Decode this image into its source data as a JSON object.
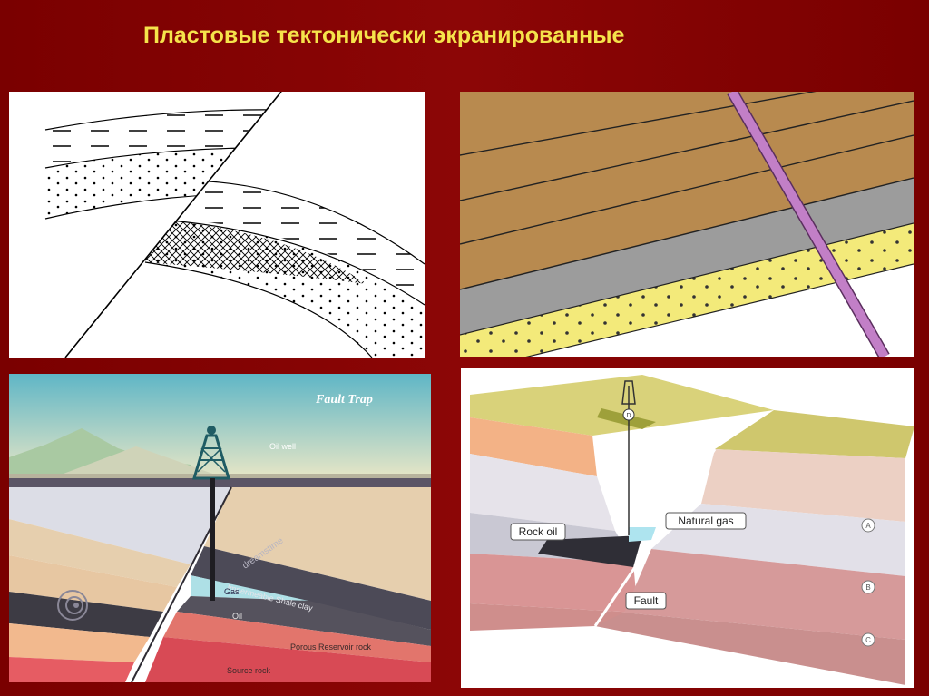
{
  "slide": {
    "title": "Пластовые тектонически экранированные"
  },
  "panel_fault_trap": {
    "title": "Fault Trap",
    "oil_well": "Oil well",
    "impermeable": "Impermeable Shale clay",
    "gas": "Gas",
    "oil": "Oil",
    "reservoir": "Porous Reservoir rock",
    "source": "Source rock",
    "watermark": "dreamstime"
  },
  "panel_block": {
    "rock_oil": "Rock oil",
    "natural_gas": "Natural gas",
    "fault": "Fault",
    "layer_a": "A",
    "layer_b": "B",
    "layer_c": "C",
    "well_marker": "D"
  },
  "colors": {
    "background": "#850303",
    "title": "#f5e34b",
    "sand_yellow": "#f3ea7a",
    "brown_layer": "#b88a4f",
    "grey_layer": "#9c9c9c",
    "fault_pink": "#c27fc7"
  }
}
